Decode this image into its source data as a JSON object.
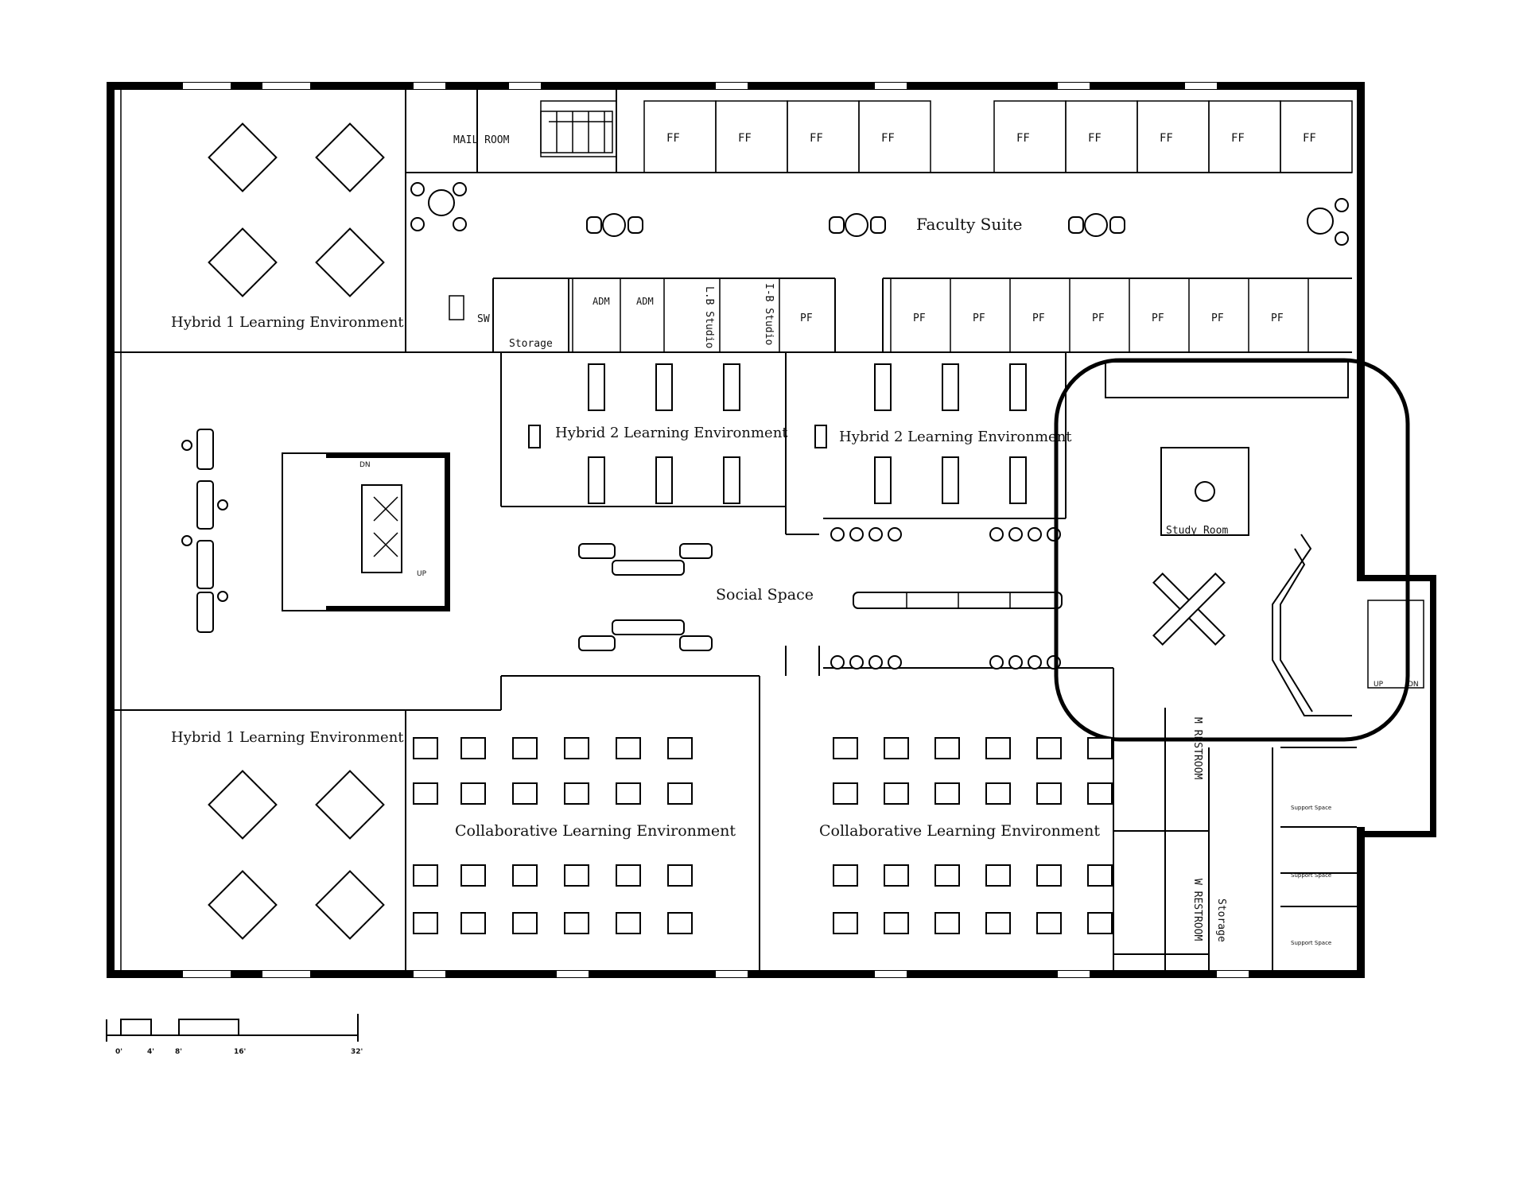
{
  "labels": {
    "mail_room": "MAIL ROOM",
    "faculty_suite": "Faculty Suite",
    "ff": "FF",
    "pf": "PF",
    "adm": "ADM",
    "sw": "SW",
    "storage": "Storage",
    "lb_studio": "L.B Studio",
    "ib_studio": "I-B Studio",
    "hybrid1": "Hybrid 1 Learning Environment",
    "hybrid2": "Hybrid 2 Learning Environment",
    "social_space": "Social Space",
    "study_room": "Study Room",
    "collaborative": "Collaborative Learning Environment",
    "m_restroom": "M RESTROOM",
    "w_restroom": "W RESTROOM",
    "support_space": "Support Space",
    "dn": "DN",
    "up": "UP"
  },
  "scale_bar": {
    "ticks": [
      "0'",
      "4'",
      "8'",
      "16'",
      "32'"
    ]
  },
  "colors": {
    "line": "#000000",
    "background": "#ffffff"
  }
}
